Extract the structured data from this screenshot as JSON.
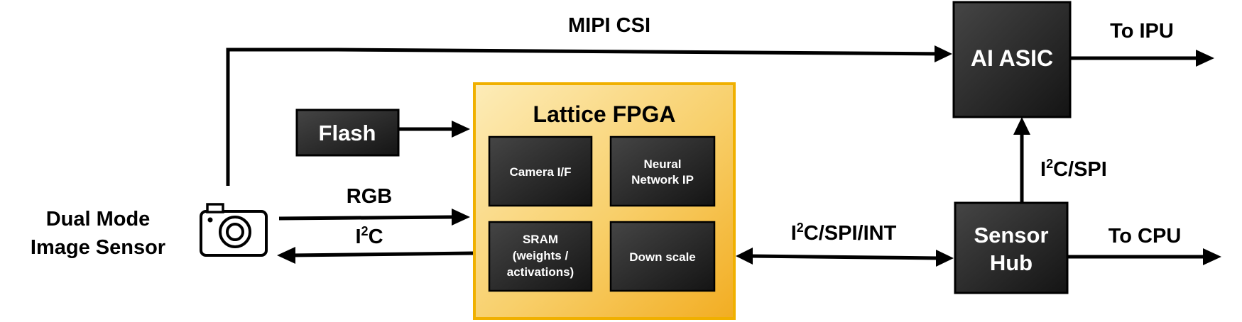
{
  "sensor": {
    "label_line1": "Dual Mode",
    "label_line2": "Image Sensor",
    "icon": "camera-icon"
  },
  "flash": {
    "label": "Flash"
  },
  "fpga": {
    "title": "Lattice FPGA",
    "blocks": {
      "camera_if": {
        "line1": "Camera I/F"
      },
      "neural": {
        "line1": "Neural",
        "line2": "Network IP"
      },
      "sram": {
        "line1": "SRAM",
        "line2": "(weights /",
        "line3": "activations)"
      },
      "downscale": {
        "line1": "Down scale"
      }
    }
  },
  "ai_asic": {
    "label": "AI ASIC"
  },
  "sensor_hub": {
    "line1": "Sensor",
    "line2": "Hub"
  },
  "links": {
    "mipi": "MIPI CSI",
    "rgb": "RGB",
    "i2c_prefix": "I",
    "i2c_sup": "2",
    "i2c_suffix": "C",
    "hub_link_suffix": "C/SPI/INT",
    "asic_link_suffix": "C/SPI",
    "to_ipu": "To IPU",
    "to_cpu": "To CPU"
  },
  "colors": {
    "fpga_light": "#fde9b0",
    "fpga_dark": "#f3b32a",
    "fpga_border": "#f0b400",
    "block_light": "#3c3c3c",
    "block_dark": "#161616",
    "line": "#000000"
  }
}
